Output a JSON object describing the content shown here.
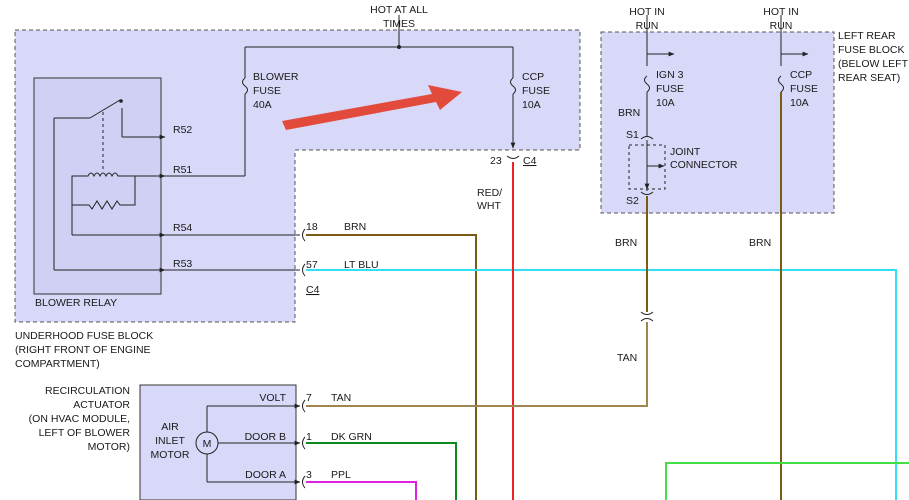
{
  "colors": {
    "brn": "#7b5a14",
    "ltblu": "#33e0f0",
    "redwht": "#ee2222",
    "tan": "#a08550",
    "dkgrn": "#0a8a1a",
    "ppl": "#e020e0",
    "green": "#44dd44",
    "arrow": "#e24b3c",
    "box_fill": "#d8d8f8"
  },
  "top": {
    "hot_all_times_1": "HOT AT ALL",
    "hot_all_times_2": "TIMES",
    "hot_run_a_1": "HOT IN",
    "hot_run_a_2": "RUN",
    "hot_run_b_1": "HOT IN",
    "hot_run_b_2": "RUN"
  },
  "underhood": {
    "blower_fuse": [
      "BLOWER",
      "FUSE",
      "40A"
    ],
    "ccp_fuse": [
      "CCP",
      "FUSE",
      "10A"
    ],
    "relay_label": "BLOWER RELAY",
    "pins": [
      "R52",
      "R51",
      "R54",
      "R53"
    ],
    "block_label": [
      "UNDERHOOD FUSE BLOCK",
      "(RIGHT FRONT OF ENGINE",
      "COMPARTMENT)"
    ],
    "conn_23": "23",
    "conn_c4_top": "C4",
    "conn_18": "18",
    "conn_57": "57",
    "conn_c4_bottom": "C4"
  },
  "rear": {
    "block_label": [
      "LEFT REAR",
      "FUSE BLOCK",
      "(BELOW LEFT",
      "REAR SEAT)"
    ],
    "ign3_fuse": [
      "IGN 3",
      "FUSE",
      "10A"
    ],
    "ccp_fuse": [
      "CCP",
      "FUSE",
      "10A"
    ],
    "s1": "S1",
    "s2": "S2",
    "joint": [
      "JOINT",
      "CONNECTOR"
    ]
  },
  "wires": {
    "brn": "BRN",
    "lt_blu": "LT BLU",
    "red_wht_1": "RED/",
    "red_wht_2": "WHT",
    "brn_rear_inside": "BRN",
    "brn_rear_1": "BRN",
    "brn_rear_2": "BRN",
    "tan_1": "TAN",
    "tan_2": "TAN",
    "dk_grn": "DK GRN",
    "ppl": "PPL"
  },
  "actuator": {
    "label": [
      "RECIRCULATION",
      "ACTUATOR",
      "(ON HVAC MODULE,",
      "LEFT OF BLOWER",
      "MOTOR)"
    ],
    "module": [
      "AIR",
      "INLET",
      "MOTOR"
    ],
    "motor": "M",
    "pins": [
      "VOLT",
      "DOOR B",
      "DOOR A"
    ],
    "conn_nums": [
      "7",
      "1",
      "3"
    ]
  }
}
